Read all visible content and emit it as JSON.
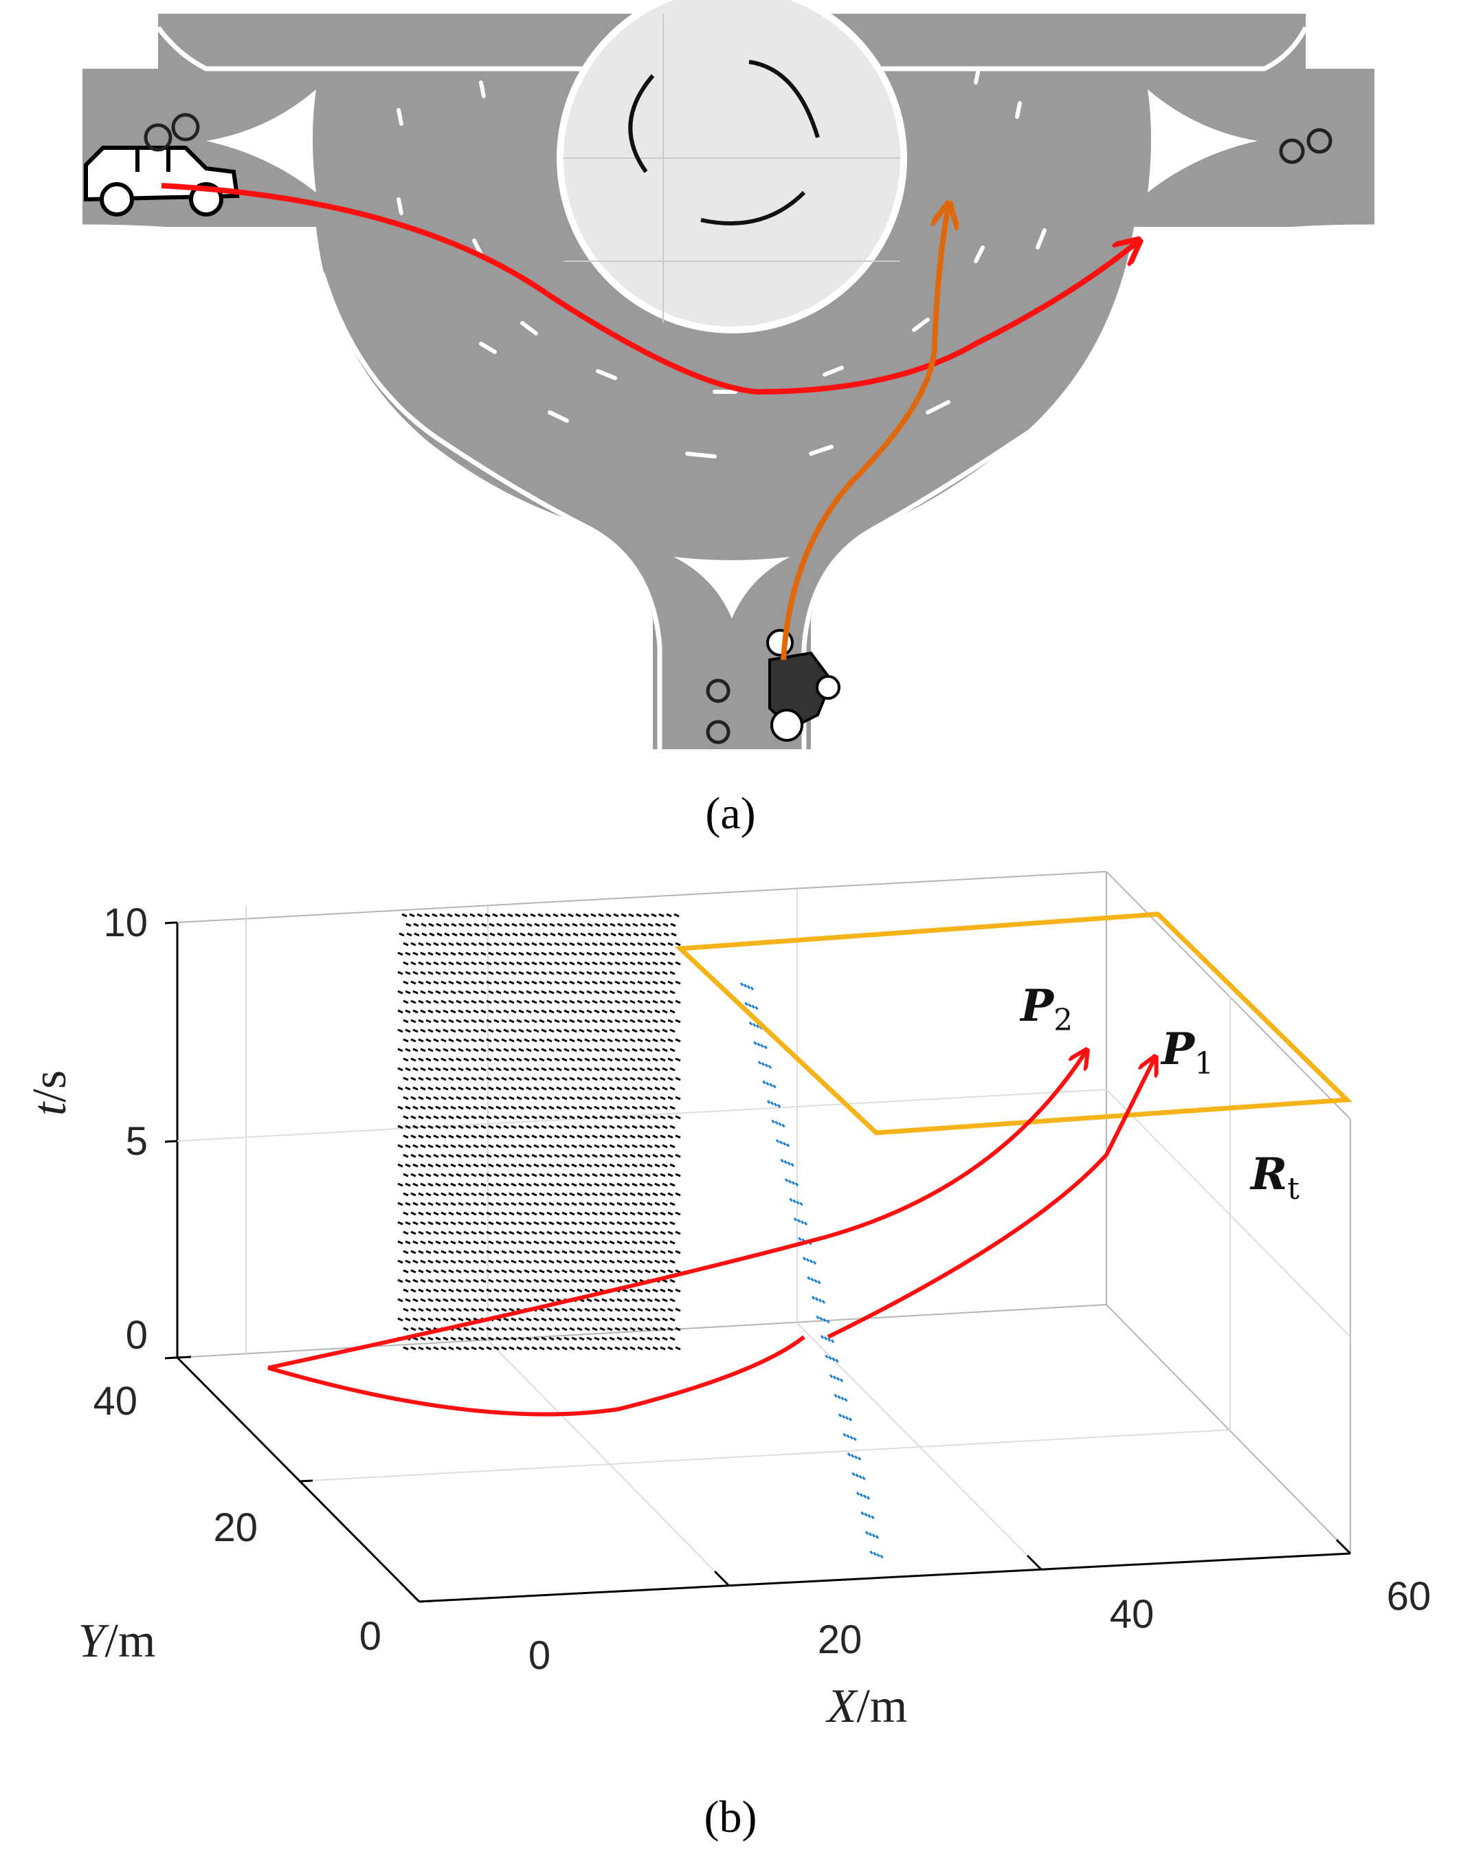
{
  "panel_a": {
    "caption": "(a)",
    "icons": [
      "car-icon",
      "motorcycle-icon",
      "bicycle-icon"
    ],
    "colors": {
      "road": "#9a9a9a",
      "island": "#e8e8e8",
      "car_path": "#ff1010",
      "moto_path": "#e0680c"
    }
  },
  "panel_b": {
    "caption": "(b)",
    "axes": {
      "t_label": "t",
      "t_unit": "/s",
      "x_label": "X",
      "x_unit": "/m",
      "y_label": "Y",
      "y_unit": "/m",
      "t_ticks": [
        "10",
        "5",
        "0"
      ],
      "x_ticks": [
        "0",
        "20",
        "40",
        "60"
      ],
      "y_ticks": [
        "40",
        "20",
        "0"
      ]
    },
    "labels": {
      "p2": "P",
      "p2_sub": "2",
      "p1": "P",
      "p1_sub": "1",
      "rt": "R",
      "rt_sub": "t"
    },
    "colors": {
      "region": "#f5b31a",
      "paths": "#ff1010",
      "black_points": "#000000",
      "blue_points": "#1a7fd6"
    }
  }
}
